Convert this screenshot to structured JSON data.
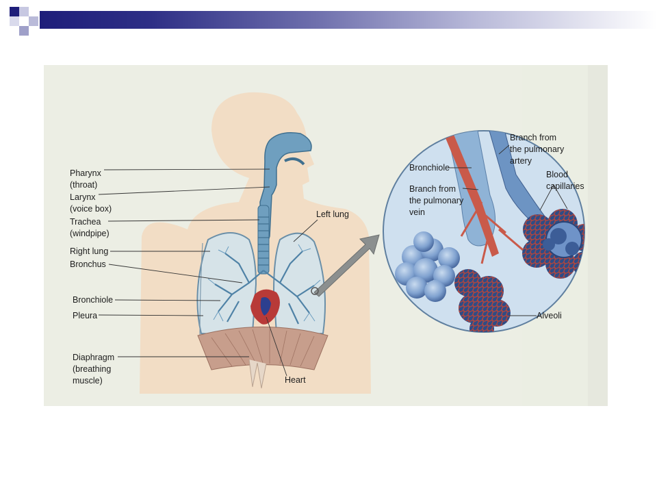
{
  "colors": {
    "accent": "#1e1e7a",
    "figure_bg": "#eef0e6",
    "airway": "#5f8fb0",
    "lung": "#cfdce3",
    "artery": "#3f6fb6",
    "vein": "#c24a3c"
  },
  "labels": {
    "pharynx": "Pharynx\n(throat)",
    "larynx": "Larynx\n(voice box)",
    "trachea": "Trachea\n(windpipe)",
    "right_lung": "Right lung",
    "bronchus": "Bronchus",
    "bronchiole": "Bronchiole",
    "pleura": "Pleura",
    "diaphragm": "Diaphragm\n(breathing\nmuscle)",
    "left_lung": "Left lung",
    "heart": "Heart",
    "inset_bronchiole": "Bronchiole",
    "inset_branch_vein": "Branch from\nthe pulmonary\nvein",
    "inset_branch_artery": "Branch from\nthe pulmonary\nartery",
    "inset_blood_capillaries": "Blood\ncapillaries",
    "inset_alveoli": "Alveoli"
  }
}
